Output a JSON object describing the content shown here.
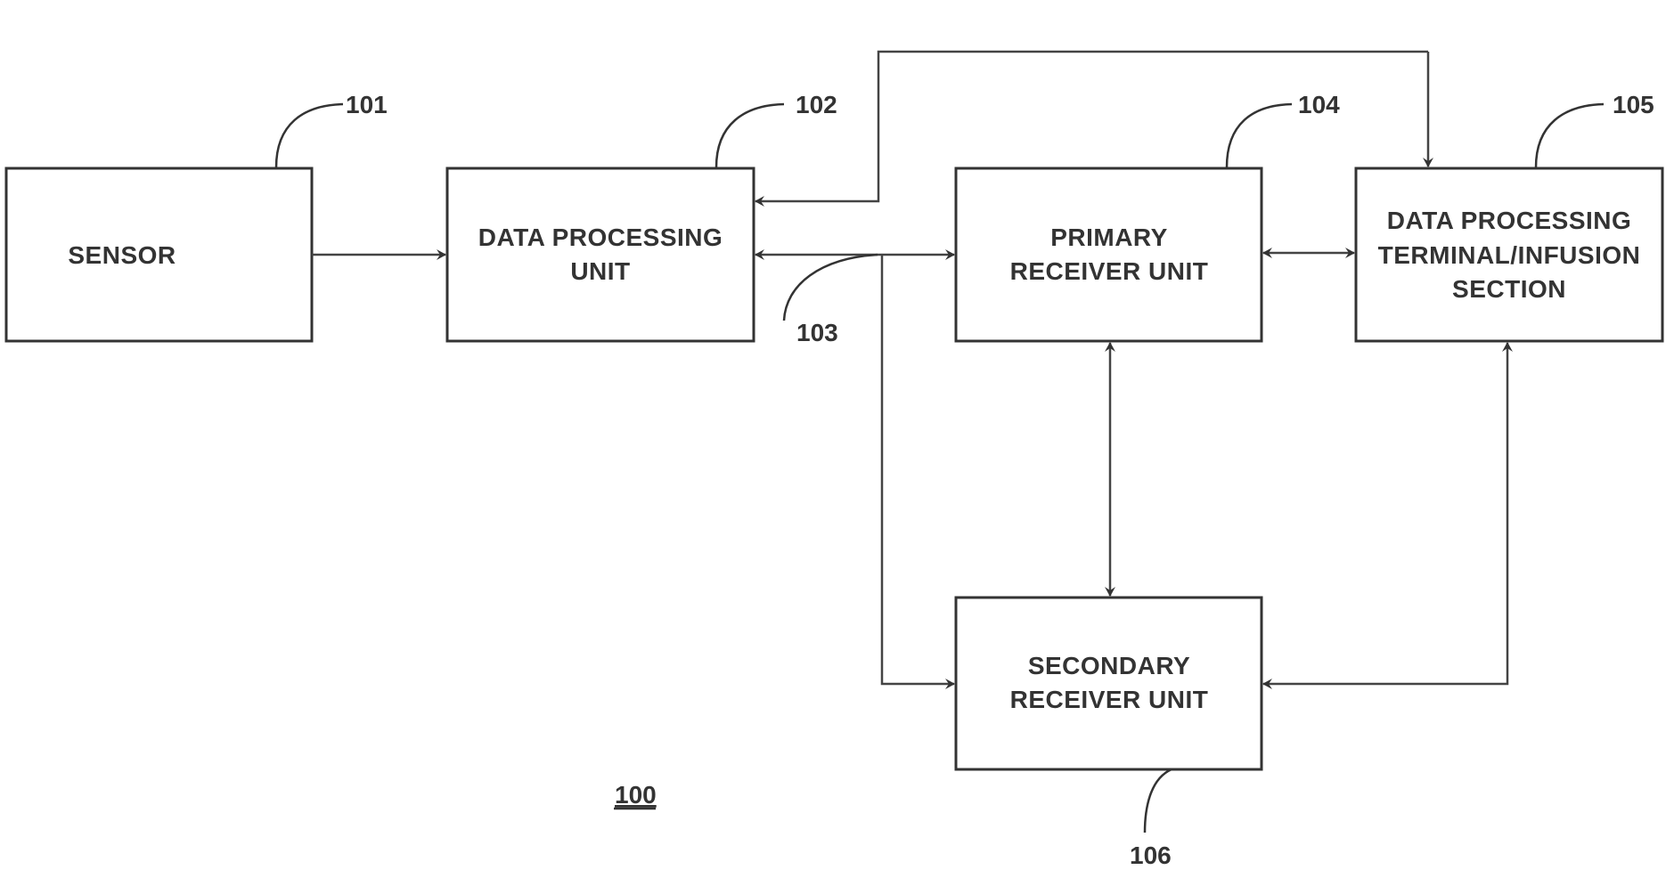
{
  "figure": {
    "number": "100",
    "blocks": [
      {
        "id": "sensor",
        "ref": "101",
        "lines": [
          "SENSOR"
        ]
      },
      {
        "id": "data-processing-unit",
        "ref": "102",
        "lines": [
          "DATA PROCESSING",
          "UNIT"
        ]
      },
      {
        "id": "primary-receiver-unit",
        "ref": "104",
        "lines": [
          "PRIMARY",
          "RECEIVER UNIT"
        ]
      },
      {
        "id": "data-processing-terminal",
        "ref": "105",
        "lines": [
          "DATA PROCESSING",
          "TERMINAL/INFUSION",
          "SECTION"
        ]
      },
      {
        "id": "secondary-receiver-unit",
        "ref": "106",
        "lines": [
          "SECONDARY",
          "RECEIVER UNIT"
        ]
      }
    ],
    "link_ref": "103",
    "connections": [
      {
        "from": "sensor",
        "to": "data-processing-unit",
        "type": "one-way"
      },
      {
        "from": "data-processing-unit",
        "to": "primary-receiver-unit",
        "type": "two-way"
      },
      {
        "from": "data-processing-unit",
        "to": "secondary-receiver-unit",
        "type": "one-way"
      },
      {
        "from": "data-processing-unit",
        "to": "data-processing-terminal",
        "type": "one-way"
      },
      {
        "from": "data-processing-terminal",
        "to": "data-processing-unit",
        "type": "one-way"
      },
      {
        "from": "primary-receiver-unit",
        "to": "data-processing-terminal",
        "type": "two-way"
      },
      {
        "from": "primary-receiver-unit",
        "to": "secondary-receiver-unit",
        "type": "two-way"
      },
      {
        "from": "secondary-receiver-unit",
        "to": "data-processing-terminal",
        "type": "two-way"
      }
    ]
  }
}
